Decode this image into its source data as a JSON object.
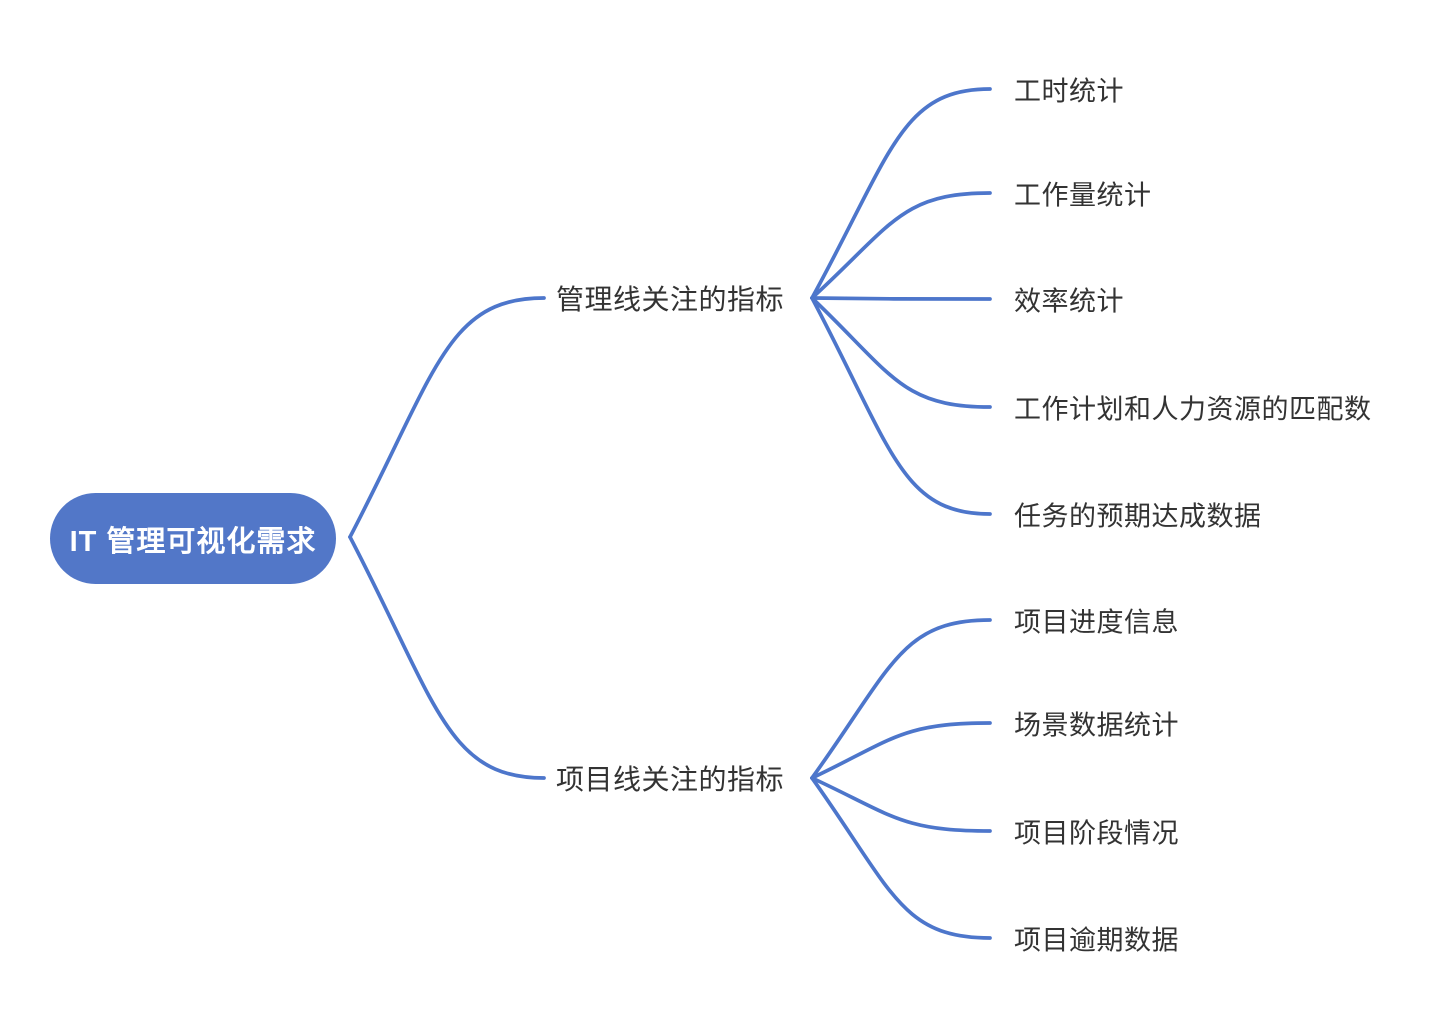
{
  "diagram": {
    "type": "mindmap",
    "root": {
      "label": "IT 管理可视化需求"
    },
    "branches": [
      {
        "label": "管理线关注的指标",
        "children": [
          {
            "label": "工时统计"
          },
          {
            "label": "工作量统计"
          },
          {
            "label": "效率统计"
          },
          {
            "label": "工作计划和人力资源的匹配数"
          },
          {
            "label": "任务的预期达成数据"
          }
        ]
      },
      {
        "label": "项目线关注的指标",
        "children": [
          {
            "label": "项目进度信息"
          },
          {
            "label": "场景数据统计"
          },
          {
            "label": "项目阶段情况"
          },
          {
            "label": "项目逾期数据"
          }
        ]
      }
    ],
    "colors": {
      "root_fill": "#5277c8",
      "root_text": "#ffffff",
      "edge": "#4d76cb",
      "label_text": "#333333",
      "background": "#ffffff"
    }
  }
}
